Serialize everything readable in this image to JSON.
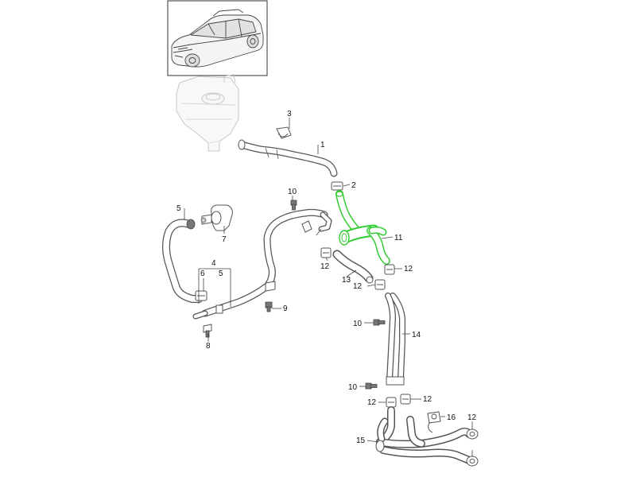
{
  "diagram": {
    "highlight_color": "#33cc33",
    "line_color": "#555555",
    "vehicle_thumbnail_icon": "suv-car-icon",
    "callouts": {
      "p1": "1",
      "p2": "2",
      "p3": "3",
      "p4": "4",
      "p5a": "5",
      "p5b": "5",
      "p6": "6",
      "p7": "7",
      "p8": "8",
      "p9": "9",
      "p10a": "10",
      "p10b": "10",
      "p10c": "10",
      "p11": "11",
      "p12a": "12",
      "p12b": "12",
      "p12c": "12",
      "p12d": "12",
      "p12e": "12",
      "p12f": "12",
      "p13": "13",
      "p14": "14",
      "p15": "15",
      "p16": "16"
    }
  }
}
